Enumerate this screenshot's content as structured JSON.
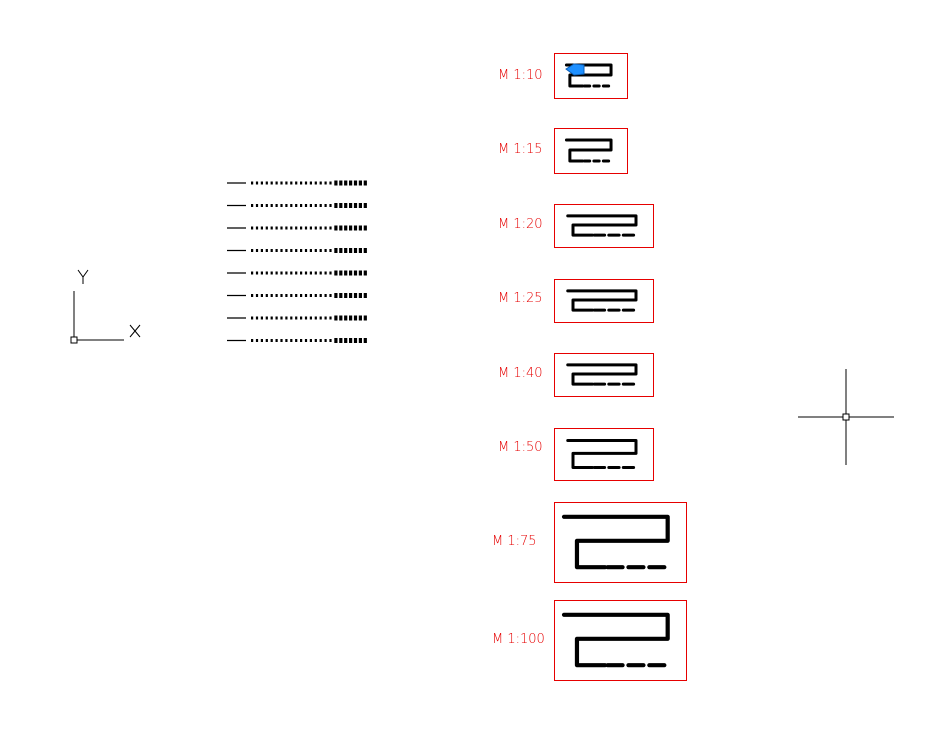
{
  "drawing": {
    "background": "#ffffff",
    "frame_color": "#e60000",
    "line_color": "#000000",
    "grip_color": "#1e90ff"
  },
  "ucs_icon": {
    "x_label": "X",
    "y_label": "Y"
  },
  "scales": [
    {
      "label": "M 1:10"
    },
    {
      "label": "M 1:15"
    },
    {
      "label": "M 1:20"
    },
    {
      "label": "M 1:25"
    },
    {
      "label": "M 1:40"
    },
    {
      "label": "M 1:50"
    },
    {
      "label": "M 1:75"
    },
    {
      "label": "M 1:100"
    }
  ],
  "legend_rows": 8,
  "crosshair_cursor": "crosshair-cursor"
}
